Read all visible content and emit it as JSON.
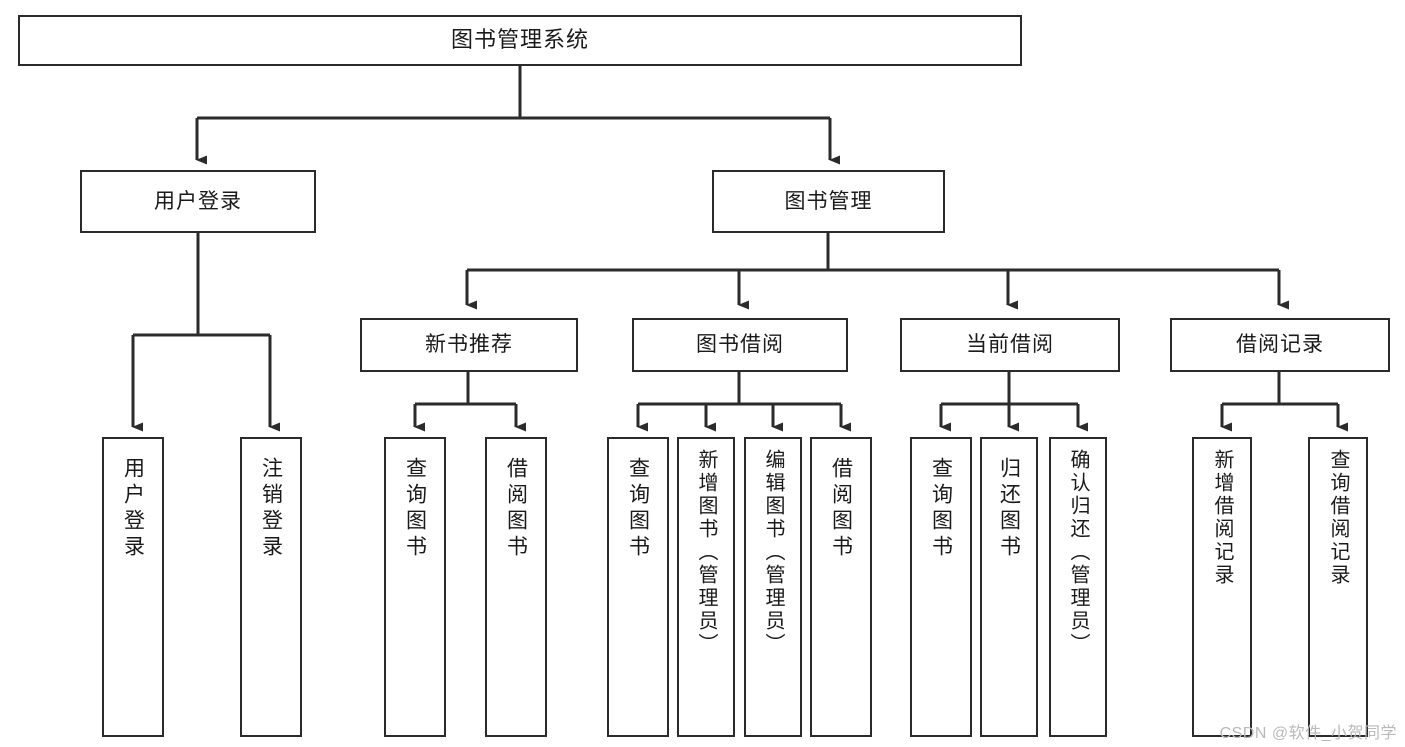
{
  "diagram": {
    "type": "tree",
    "title": "图书管理系统",
    "colors": {
      "line": "#2b2b2b",
      "box_border": "#2b2b2b",
      "box_fill": "#ffffff",
      "text": "#1a1a1a",
      "background": "#ffffff",
      "watermark": "#b9b9b9"
    },
    "root": {
      "label": "图书管理系统"
    },
    "level1": [
      {
        "id": "user-login",
        "label": "用户登录"
      },
      {
        "id": "book-manage",
        "label": "图书管理"
      }
    ],
    "level2": [
      {
        "id": "new-book-rec",
        "label": "新书推荐",
        "parent": "book-manage"
      },
      {
        "id": "book-borrow",
        "label": "图书借阅",
        "parent": "book-manage"
      },
      {
        "id": "current-borrow",
        "label": "当前借阅",
        "parent": "book-manage"
      },
      {
        "id": "borrow-record",
        "label": "借阅记录",
        "parent": "book-manage"
      }
    ],
    "leaves": [
      {
        "id": "leaf-user-login",
        "label": "用户登录",
        "parent": "user-login"
      },
      {
        "id": "leaf-user-logout",
        "label": "注销登录",
        "parent": "user-login"
      },
      {
        "id": "leaf-query-book-1",
        "label": "查询图书",
        "parent": "new-book-rec"
      },
      {
        "id": "leaf-borrow-book-1",
        "label": "借阅图书",
        "parent": "new-book-rec"
      },
      {
        "id": "leaf-query-book-2",
        "label": "查询图书",
        "parent": "book-borrow"
      },
      {
        "id": "leaf-add-book",
        "label": "新增图书（管理员）",
        "parent": "book-borrow"
      },
      {
        "id": "leaf-edit-book",
        "label": "编辑图书（管理员）",
        "parent": "book-borrow"
      },
      {
        "id": "leaf-borrow-book-2",
        "label": "借阅图书",
        "parent": "book-borrow"
      },
      {
        "id": "leaf-query-book-3",
        "label": "查询图书",
        "parent": "current-borrow"
      },
      {
        "id": "leaf-return-book",
        "label": "归还图书",
        "parent": "current-borrow"
      },
      {
        "id": "leaf-confirm-return",
        "label": "确认归还（管理员）",
        "parent": "current-borrow"
      },
      {
        "id": "leaf-add-record",
        "label": "新增借阅记录",
        "parent": "borrow-record"
      },
      {
        "id": "leaf-query-record",
        "label": "查询借阅记录",
        "parent": "borrow-record"
      }
    ],
    "watermark": "CSDN @软件_小贺同学"
  }
}
